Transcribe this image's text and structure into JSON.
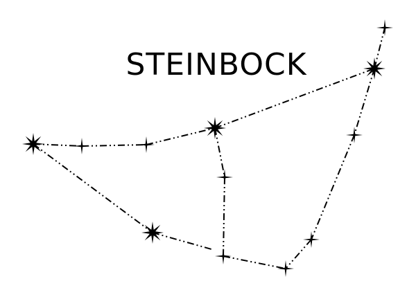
{
  "title": "STEINBOCK",
  "colors": {
    "ink": "#000000",
    "background": "#ffffff"
  },
  "stars": [
    {
      "id": "star-west",
      "type": "large"
    },
    {
      "id": "star-west-inner",
      "type": "small"
    },
    {
      "id": "star-west-middle",
      "type": "small"
    },
    {
      "id": "star-center",
      "type": "large"
    },
    {
      "id": "star-northeast",
      "type": "large"
    },
    {
      "id": "star-northeast-tip",
      "type": "small"
    },
    {
      "id": "star-east",
      "type": "small"
    },
    {
      "id": "star-center-lower",
      "type": "small"
    },
    {
      "id": "star-south",
      "type": "small"
    },
    {
      "id": "star-southeast",
      "type": "small"
    },
    {
      "id": "star-east-lower",
      "type": "small"
    },
    {
      "id": "star-southwest",
      "type": "large"
    }
  ]
}
